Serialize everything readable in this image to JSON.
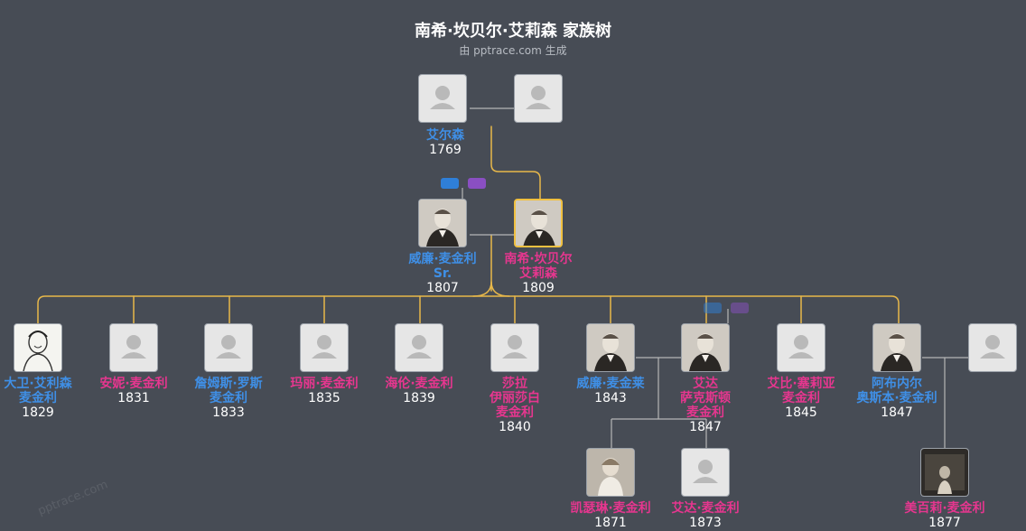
{
  "header": {
    "title": "南希·坎贝尔·艾莉森 家族树",
    "subtitle": "由 pptrace.com 生成",
    "watermark": "pptrace.com"
  },
  "colors": {
    "background": "#474c55",
    "male_name": "#3f8fe6",
    "female_name": "#e6368f",
    "gold_line": "#e8b84a",
    "gray_line": "#b6b6b6",
    "selected_border": "#f0c040",
    "badge_blue": "#2f7fd8",
    "badge_purple": "#8a4fc2"
  },
  "people": [
    {
      "id": "p_gf",
      "name": "",
      "year": "",
      "gender": "m",
      "photo": "placeholder"
    },
    {
      "id": "p_gm",
      "name": "",
      "year": "",
      "gender": "f",
      "photo": "placeholder"
    },
    {
      "id": "p_elson",
      "name": "艾尔森",
      "year": "1769",
      "gender": "m",
      "photo": "placeholder"
    },
    {
      "id": "p_william_sr",
      "name": "威廉·麦金利\nSr.",
      "year": "1807",
      "gender": "m",
      "photo": "portrait"
    },
    {
      "id": "p_nancy",
      "name": "南希·坎贝尔\n艾莉森",
      "year": "1809",
      "gender": "f",
      "photo": "portrait",
      "selected": true
    },
    {
      "id": "p_david",
      "name": "大卫·艾利森\n麦金利",
      "year": "1829",
      "gender": "m",
      "photo": "sketch"
    },
    {
      "id": "p_annie",
      "name": "安妮·麦金利",
      "year": "1831",
      "gender": "f",
      "photo": "placeholder"
    },
    {
      "id": "p_james",
      "name": "詹姆斯·罗斯\n麦金利",
      "year": "1833",
      "gender": "m",
      "photo": "placeholder"
    },
    {
      "id": "p_mary",
      "name": "玛丽·麦金利",
      "year": "1835",
      "gender": "f",
      "photo": "placeholder"
    },
    {
      "id": "p_helen",
      "name": "海伦·麦金利",
      "year": "1839",
      "gender": "f",
      "photo": "placeholder"
    },
    {
      "id": "p_sarah",
      "name": "莎拉\n伊丽莎白\n麦金利",
      "year": "1840",
      "gender": "f",
      "photo": "placeholder"
    },
    {
      "id": "p_william",
      "name": "威廉·麦金莱",
      "year": "1843",
      "gender": "m",
      "photo": "portrait"
    },
    {
      "id": "p_ida",
      "name": "艾达\n萨克斯顿\n麦金利",
      "year": "1847",
      "gender": "f",
      "photo": "portrait"
    },
    {
      "id": "p_abbie",
      "name": "艾比·塞莉亚\n麦金利",
      "year": "1845",
      "gender": "f",
      "photo": "placeholder"
    },
    {
      "id": "p_abner",
      "name": "阿布内尔\n奥斯本·麦金利",
      "year": "1847",
      "gender": "m",
      "photo": "portrait"
    },
    {
      "id": "p_abner_spouse",
      "name": "",
      "year": "",
      "gender": "f",
      "photo": "placeholder"
    },
    {
      "id": "p_katherine",
      "name": "凯瑟琳·麦金利",
      "year": "1871",
      "gender": "f",
      "photo": "child"
    },
    {
      "id": "p_ida_jr",
      "name": "艾达·麦金利",
      "year": "1873",
      "gender": "f",
      "photo": "placeholder"
    },
    {
      "id": "p_mabel",
      "name": "美百莉·麦金利",
      "year": "1877",
      "gender": "f",
      "photo": "dark"
    }
  ],
  "badges": [
    {
      "id": "b1",
      "color": "blue"
    },
    {
      "id": "b2",
      "color": "purple"
    },
    {
      "id": "b3",
      "color": "blue",
      "dim": true
    },
    {
      "id": "b4",
      "color": "purple",
      "dim": true
    }
  ]
}
